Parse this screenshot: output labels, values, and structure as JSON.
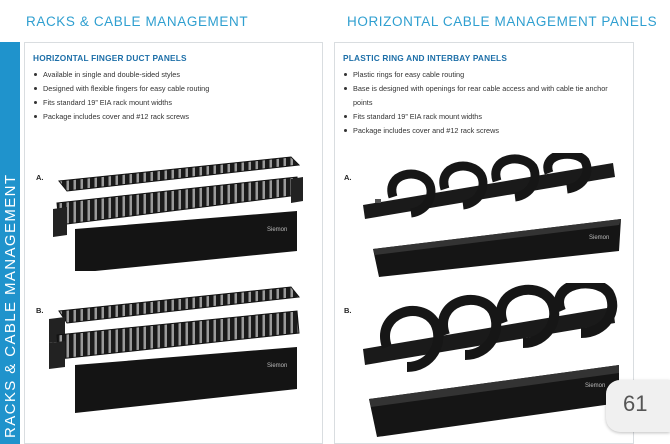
{
  "header": {
    "left_title": "RACKS & CABLE MANAGEMENT",
    "right_title": "HORIZONTAL CABLE MANAGEMENT PANELS"
  },
  "side_band": {
    "text": "RACKS & CABLE MANAGEMENT"
  },
  "left_panel": {
    "title": "HORIZONTAL FINGER DUCT PANELS",
    "bullets": [
      "Available in single and double-sided styles",
      "Designed with flexible fingers for easy cable routing",
      "Fits standard 19” EIA rack mount widths",
      "Package includes cover and #12 rack screws"
    ],
    "product_a_label": "A.",
    "product_b_label": "B."
  },
  "right_panel": {
    "title": "PLASTIC RING AND INTERBAY PANELS",
    "bullets": [
      "Plastic rings for easy cable routing",
      "Base is designed with openings for rear cable access and with cable tie anchor points",
      "Fits standard 19” EIA rack mount widths",
      "Package includes cover and #12 rack screws"
    ],
    "product_a_label": "A.",
    "product_b_label": "B."
  },
  "page_number": "61",
  "colors": {
    "accent_blue": "#2f9fd0",
    "band_blue": "#1f93cc",
    "title_blue": "#1d6fa8"
  }
}
